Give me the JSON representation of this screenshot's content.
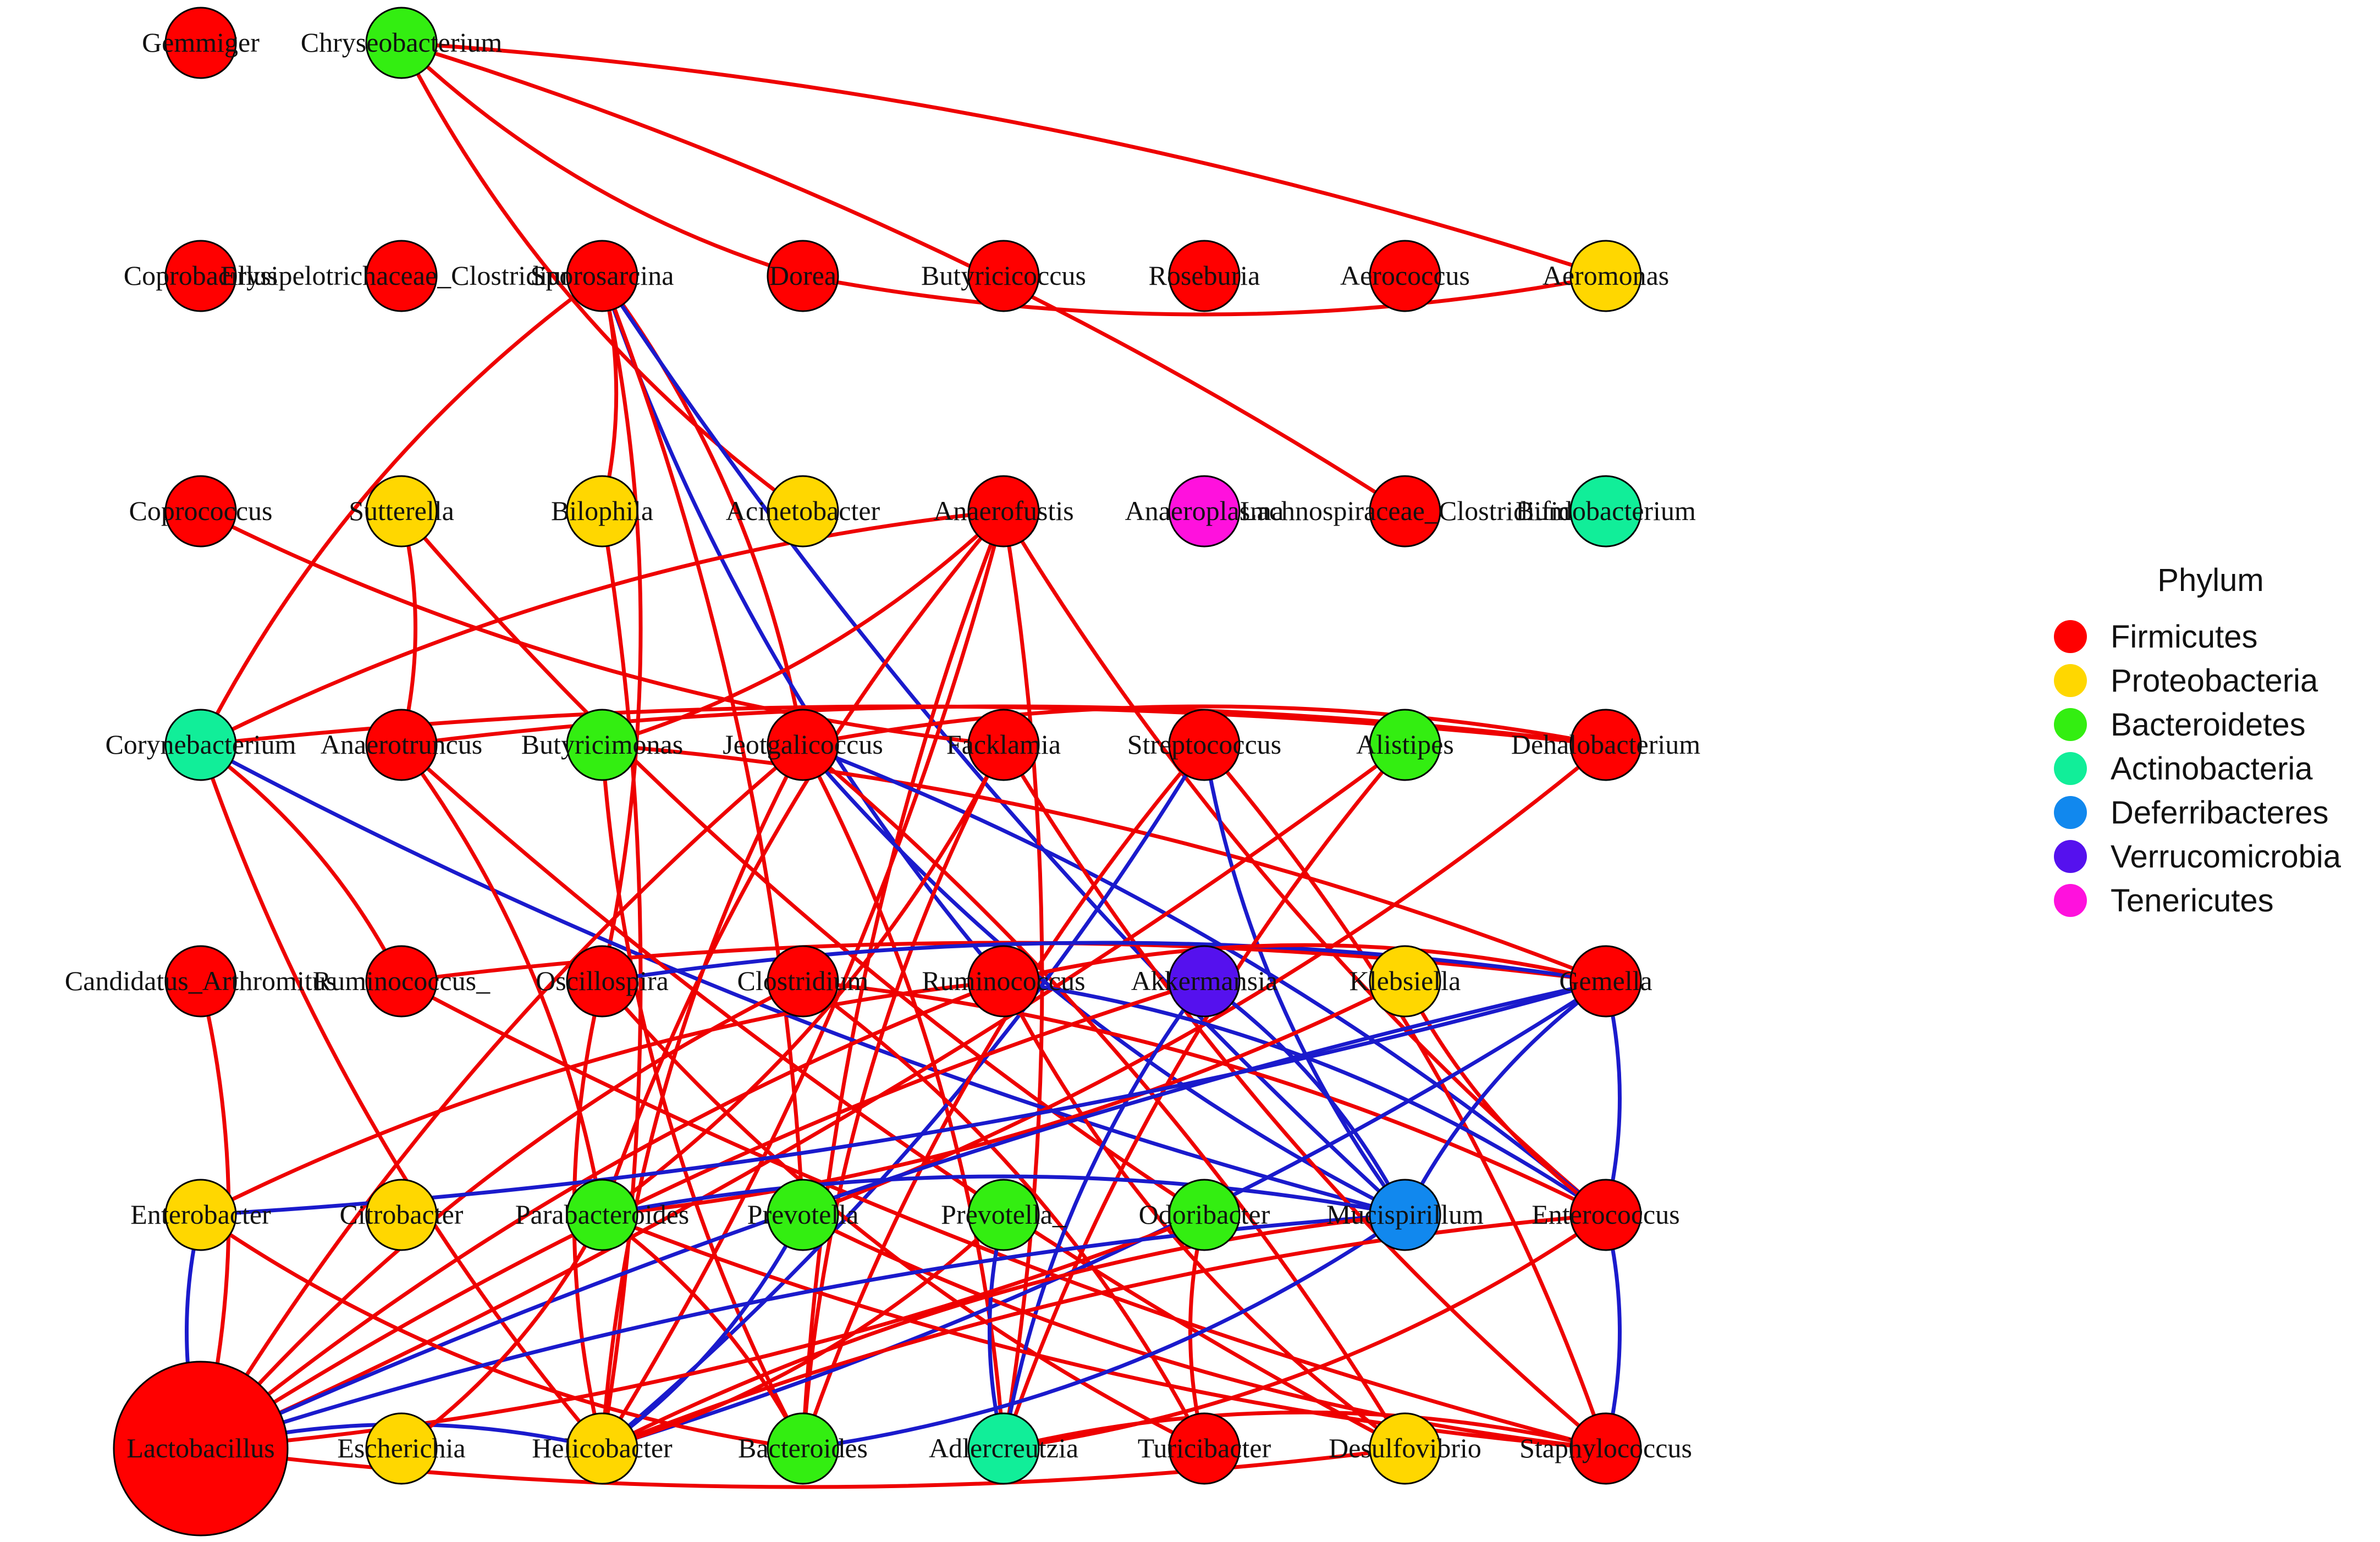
{
  "legend": {
    "title": "Phylum",
    "entries": [
      {
        "key": "Firmicutes",
        "label": "Firmicutes",
        "color": "#ff0000"
      },
      {
        "key": "Proteobacteria",
        "label": "Proteobacteria",
        "color": "#ffd700"
      },
      {
        "key": "Bacteroidetes",
        "label": "Bacteroidetes",
        "color": "#33ee11"
      },
      {
        "key": "Actinobacteria",
        "label": "Actinobacteria",
        "color": "#11ee99"
      },
      {
        "key": "Deferribacteres",
        "label": "Deferribacteres",
        "color": "#1188ee"
      },
      {
        "key": "Verrucomicrobia",
        "label": "Verrucomicrobia",
        "color": "#5511ee"
      },
      {
        "key": "Tenericutes",
        "label": "Tenericutes",
        "color": "#ff11dd"
      }
    ]
  },
  "edge_colors": {
    "positive": "#ee0000",
    "negative": "#1a1acc"
  },
  "nodes": [
    {
      "id": "gemmiger",
      "label": "Gemmiger",
      "phylum": "Firmicutes"
    },
    {
      "id": "chryseobacterium",
      "label": "Chryseobacterium",
      "phylum": "Bacteroidetes"
    },
    {
      "id": "coprobacillus",
      "label": "Coprobacillus",
      "phylum": "Firmicutes"
    },
    {
      "id": "erysipelotrichaceae_clostridium",
      "label": "Erysipelotrichaceae_Clostridium",
      "phylum": "Firmicutes"
    },
    {
      "id": "sporosarcina",
      "label": "Sporosarcina",
      "phylum": "Firmicutes"
    },
    {
      "id": "dorea",
      "label": "Dorea",
      "phylum": "Firmicutes"
    },
    {
      "id": "butyricicoccus",
      "label": "Butyricicoccus",
      "phylum": "Firmicutes"
    },
    {
      "id": "roseburia",
      "label": "Roseburia",
      "phylum": "Firmicutes"
    },
    {
      "id": "aerococcus",
      "label": "Aerococcus",
      "phylum": "Firmicutes"
    },
    {
      "id": "aeromonas",
      "label": "Aeromonas",
      "phylum": "Proteobacteria"
    },
    {
      "id": "coprococcus",
      "label": "Coprococcus",
      "phylum": "Firmicutes"
    },
    {
      "id": "sutterella",
      "label": "Sutterella",
      "phylum": "Proteobacteria"
    },
    {
      "id": "bilophila",
      "label": "Bilophila",
      "phylum": "Proteobacteria"
    },
    {
      "id": "acinetobacter",
      "label": "Acinetobacter",
      "phylum": "Proteobacteria"
    },
    {
      "id": "anaerofustis",
      "label": "Anaerofustis",
      "phylum": "Firmicutes"
    },
    {
      "id": "anaeroplasma",
      "label": "Anaeroplasma",
      "phylum": "Tenericutes"
    },
    {
      "id": "lachnospiraceae_clostridium",
      "label": "Lachnospiraceae_Clostridium",
      "phylum": "Firmicutes"
    },
    {
      "id": "bifidobacterium",
      "label": "Bifidobacterium",
      "phylum": "Actinobacteria"
    },
    {
      "id": "corynebacterium",
      "label": "Corynebacterium",
      "phylum": "Actinobacteria"
    },
    {
      "id": "anaerotruncus",
      "label": "Anaerotruncus",
      "phylum": "Firmicutes"
    },
    {
      "id": "butyricimonas",
      "label": "Butyricimonas",
      "phylum": "Bacteroidetes"
    },
    {
      "id": "jeotgalicoccus",
      "label": "Jeotgalicoccus",
      "phylum": "Firmicutes"
    },
    {
      "id": "facklamia",
      "label": "Facklamia",
      "phylum": "Firmicutes"
    },
    {
      "id": "streptococcus",
      "label": "Streptococcus",
      "phylum": "Firmicutes"
    },
    {
      "id": "alistipes",
      "label": "Alistipes",
      "phylum": "Bacteroidetes"
    },
    {
      "id": "dehalobacterium",
      "label": "Dehalobacterium",
      "phylum": "Firmicutes"
    },
    {
      "id": "candidatus_arthromitus",
      "label": "Candidatus_Arthromitus",
      "phylum": "Firmicutes"
    },
    {
      "id": "ruminococcus_",
      "label": "Ruminococcus_",
      "phylum": "Firmicutes"
    },
    {
      "id": "oscillospira",
      "label": "Oscillospira",
      "phylum": "Firmicutes"
    },
    {
      "id": "clostridium",
      "label": "Clostridium",
      "phylum": "Firmicutes"
    },
    {
      "id": "ruminococcus",
      "label": "Ruminococcus",
      "phylum": "Firmicutes"
    },
    {
      "id": "akkermansia",
      "label": "Akkermansia",
      "phylum": "Verrucomicrobia"
    },
    {
      "id": "klebsiella",
      "label": "Klebsiella",
      "phylum": "Proteobacteria"
    },
    {
      "id": "gemella",
      "label": "Gemella",
      "phylum": "Firmicutes"
    },
    {
      "id": "enterobacter",
      "label": "Enterobacter",
      "phylum": "Proteobacteria"
    },
    {
      "id": "citrobacter",
      "label": "Citrobacter",
      "phylum": "Proteobacteria"
    },
    {
      "id": "parabacteroides",
      "label": "Parabacteroides",
      "phylum": "Bacteroidetes"
    },
    {
      "id": "prevotella",
      "label": "Prevotella",
      "phylum": "Bacteroidetes"
    },
    {
      "id": "prevotella_",
      "label": "Prevotella_",
      "phylum": "Bacteroidetes"
    },
    {
      "id": "odoribacter",
      "label": "Odoribacter",
      "phylum": "Bacteroidetes"
    },
    {
      "id": "mucispirillum",
      "label": "Mucispirillum",
      "phylum": "Deferribacteres"
    },
    {
      "id": "enterococcus",
      "label": "Enterococcus",
      "phylum": "Firmicutes"
    },
    {
      "id": "lactobacillus",
      "label": "Lactobacillus",
      "phylum": "Firmicutes"
    },
    {
      "id": "escherichia",
      "label": "Escherichia",
      "phylum": "Proteobacteria"
    },
    {
      "id": "helicobacter",
      "label": "Helicobacter",
      "phylum": "Proteobacteria"
    },
    {
      "id": "bacteroides",
      "label": "Bacteroides",
      "phylum": "Bacteroidetes"
    },
    {
      "id": "adlercreutzia",
      "label": "Adlercreutzia",
      "phylum": "Actinobacteria"
    },
    {
      "id": "turicibacter",
      "label": "Turicibacter",
      "phylum": "Firmicutes"
    },
    {
      "id": "desulfovibrio",
      "label": "Desulfovibrio",
      "phylum": "Proteobacteria"
    },
    {
      "id": "staphylococcus",
      "label": "Staphylococcus",
      "phylum": "Firmicutes"
    }
  ],
  "edges": [
    {
      "source": "chryseobacterium",
      "target": "dorea",
      "sign": "positive"
    },
    {
      "source": "chryseobacterium",
      "target": "aeromonas",
      "sign": "positive"
    },
    {
      "source": "chryseobacterium",
      "target": "acinetobacter",
      "sign": "positive"
    },
    {
      "source": "chryseobacterium",
      "target": "lachnospiraceae_clostridium",
      "sign": "positive"
    },
    {
      "source": "dorea",
      "target": "aeromonas",
      "sign": "positive"
    },
    {
      "source": "sporosarcina",
      "target": "bilophila",
      "sign": "positive"
    },
    {
      "source": "sporosarcina",
      "target": "corynebacterium",
      "sign": "positive"
    },
    {
      "source": "sporosarcina",
      "target": "jeotgalicoccus",
      "sign": "positive"
    },
    {
      "source": "sporosarcina",
      "target": "ruminococcus",
      "sign": "negative"
    },
    {
      "source": "sporosarcina",
      "target": "prevotella",
      "sign": "positive"
    },
    {
      "source": "sporosarcina",
      "target": "mucispirillum",
      "sign": "negative"
    },
    {
      "source": "sporosarcina",
      "target": "oscillospira",
      "sign": "positive"
    },
    {
      "source": "coprococcus",
      "target": "facklamia",
      "sign": "positive"
    },
    {
      "source": "sutterella",
      "target": "anaerotruncus",
      "sign": "positive"
    },
    {
      "source": "sutterella",
      "target": "odoribacter",
      "sign": "positive"
    },
    {
      "source": "bilophila",
      "target": "helicobacter",
      "sign": "positive"
    },
    {
      "source": "anaerofustis",
      "target": "parabacteroides",
      "sign": "positive"
    },
    {
      "source": "anaerofustis",
      "target": "helicobacter",
      "sign": "positive"
    },
    {
      "source": "anaerofustis",
      "target": "bacteroides",
      "sign": "positive"
    },
    {
      "source": "anaerofustis",
      "target": "adlercreutzia",
      "sign": "positive"
    },
    {
      "source": "anaerofustis",
      "target": "enterococcus",
      "sign": "positive"
    },
    {
      "source": "anaerofustis",
      "target": "butyricimonas",
      "sign": "positive"
    },
    {
      "source": "anaerofustis",
      "target": "corynebacterium",
      "sign": "positive"
    },
    {
      "source": "corynebacterium",
      "target": "ruminococcus_",
      "sign": "positive"
    },
    {
      "source": "corynebacterium",
      "target": "mucispirillum",
      "sign": "negative"
    },
    {
      "source": "corynebacterium",
      "target": "dehalobacterium",
      "sign": "positive"
    },
    {
      "source": "corynebacterium",
      "target": "helicobacter",
      "sign": "positive"
    },
    {
      "source": "anaerotruncus",
      "target": "parabacteroides",
      "sign": "positive"
    },
    {
      "source": "anaerotruncus",
      "target": "desulfovibrio",
      "sign": "positive"
    },
    {
      "source": "anaerotruncus",
      "target": "dehalobacterium",
      "sign": "positive"
    },
    {
      "source": "butyricimonas",
      "target": "bacteroides",
      "sign": "positive"
    },
    {
      "source": "butyricimonas",
      "target": "gemella",
      "sign": "positive"
    },
    {
      "source": "jeotgalicoccus",
      "target": "lactobacillus",
      "sign": "positive"
    },
    {
      "source": "jeotgalicoccus",
      "target": "enterococcus",
      "sign": "negative"
    },
    {
      "source": "jeotgalicoccus",
      "target": "mucispirillum",
      "sign": "negative"
    },
    {
      "source": "jeotgalicoccus",
      "target": "adlercreutzia",
      "sign": "positive"
    },
    {
      "source": "jeotgalicoccus",
      "target": "helicobacter",
      "sign": "positive"
    },
    {
      "source": "jeotgalicoccus",
      "target": "desulfovibrio",
      "sign": "positive"
    },
    {
      "source": "facklamia",
      "target": "staphylococcus",
      "sign": "positive"
    },
    {
      "source": "facklamia",
      "target": "parabacteroides",
      "sign": "positive"
    },
    {
      "source": "facklamia",
      "target": "bacteroides",
      "sign": "positive"
    },
    {
      "source": "streptococcus",
      "target": "helicobacter",
      "sign": "negative"
    },
    {
      "source": "streptococcus",
      "target": "mucispirillum",
      "sign": "negative"
    },
    {
      "source": "streptococcus",
      "target": "staphylococcus",
      "sign": "positive"
    },
    {
      "source": "streptococcus",
      "target": "bacteroides",
      "sign": "positive"
    },
    {
      "source": "alistipes",
      "target": "lactobacillus",
      "sign": "positive"
    },
    {
      "source": "alistipes",
      "target": "adlercreutzia",
      "sign": "positive"
    },
    {
      "source": "dehalobacterium",
      "target": "prevotella",
      "sign": "positive"
    },
    {
      "source": "dehalobacterium",
      "target": "jeotgalicoccus",
      "sign": "positive"
    },
    {
      "source": "candidatus_arthromitus",
      "target": "lactobacillus",
      "sign": "positive"
    },
    {
      "source": "ruminococcus_",
      "target": "staphylococcus",
      "sign": "positive"
    },
    {
      "source": "ruminococcus_",
      "target": "gemella",
      "sign": "positive"
    },
    {
      "source": "oscillospira",
      "target": "turicibacter",
      "sign": "positive"
    },
    {
      "source": "oscillospira",
      "target": "gemella",
      "sign": "negative"
    },
    {
      "source": "oscillospira",
      "target": "helicobacter",
      "sign": "positive"
    },
    {
      "source": "clostridium",
      "target": "turicibacter",
      "sign": "positive"
    },
    {
      "source": "clostridium",
      "target": "lactobacillus",
      "sign": "positive"
    },
    {
      "source": "clostridium",
      "target": "enterococcus",
      "sign": "positive"
    },
    {
      "source": "ruminococcus",
      "target": "lactobacillus",
      "sign": "positive"
    },
    {
      "source": "ruminococcus",
      "target": "gemella",
      "sign": "positive"
    },
    {
      "source": "ruminococcus",
      "target": "desulfovibrio",
      "sign": "positive"
    },
    {
      "source": "ruminococcus",
      "target": "enterococcus",
      "sign": "negative"
    },
    {
      "source": "akkermansia",
      "target": "lactobacillus",
      "sign": "positive"
    },
    {
      "source": "akkermansia",
      "target": "mucispirillum",
      "sign": "negative"
    },
    {
      "source": "akkermansia",
      "target": "adlercreutzia",
      "sign": "negative"
    },
    {
      "source": "klebsiella",
      "target": "parabacteroides",
      "sign": "positive"
    },
    {
      "source": "klebsiella",
      "target": "enterococcus",
      "sign": "positive"
    },
    {
      "source": "gemella",
      "target": "enterococcus",
      "sign": "negative"
    },
    {
      "source": "gemella",
      "target": "lactobacillus",
      "sign": "negative"
    },
    {
      "source": "gemella",
      "target": "helicobacter",
      "sign": "negative"
    },
    {
      "source": "gemella",
      "target": "mucispirillum",
      "sign": "negative"
    },
    {
      "source": "gemella",
      "target": "enterobacter",
      "sign": "negative"
    },
    {
      "source": "enterobacter",
      "target": "lactobacillus",
      "sign": "negative"
    },
    {
      "source": "enterobacter",
      "target": "ruminococcus",
      "sign": "positive"
    },
    {
      "source": "enterobacter",
      "target": "bacteroides",
      "sign": "positive"
    },
    {
      "source": "parabacteroides",
      "target": "mucispirillum",
      "sign": "negative"
    },
    {
      "source": "parabacteroides",
      "target": "staphylococcus",
      "sign": "positive"
    },
    {
      "source": "parabacteroides",
      "target": "bacteroides",
      "sign": "positive"
    },
    {
      "source": "prevotella",
      "target": "staphylococcus",
      "sign": "positive"
    },
    {
      "source": "prevotella",
      "target": "helicobacter",
      "sign": "negative"
    },
    {
      "source": "prevotella_",
      "target": "adlercreutzia",
      "sign": "negative"
    },
    {
      "source": "prevotella_",
      "target": "helicobacter",
      "sign": "positive"
    },
    {
      "source": "odoribacter",
      "target": "turicibacter",
      "sign": "positive"
    },
    {
      "source": "odoribacter",
      "target": "lactobacillus",
      "sign": "positive"
    },
    {
      "source": "mucispirillum",
      "target": "lactobacillus",
      "sign": "negative"
    },
    {
      "source": "mucispirillum",
      "target": "bacteroides",
      "sign": "negative"
    },
    {
      "source": "mucispirillum",
      "target": "helicobacter",
      "sign": "positive"
    },
    {
      "source": "enterococcus",
      "target": "staphylococcus",
      "sign": "negative"
    },
    {
      "source": "enterococcus",
      "target": "helicobacter",
      "sign": "positive"
    },
    {
      "source": "enterococcus",
      "target": "adlercreutzia",
      "sign": "positive"
    },
    {
      "source": "lactobacillus",
      "target": "desulfovibrio",
      "sign": "positive"
    },
    {
      "source": "lactobacillus",
      "target": "helicobacter",
      "sign": "negative"
    },
    {
      "source": "escherichia",
      "target": "parabacteroides",
      "sign": "positive"
    },
    {
      "source": "adlercreutzia",
      "target": "staphylococcus",
      "sign": "positive"
    }
  ]
}
